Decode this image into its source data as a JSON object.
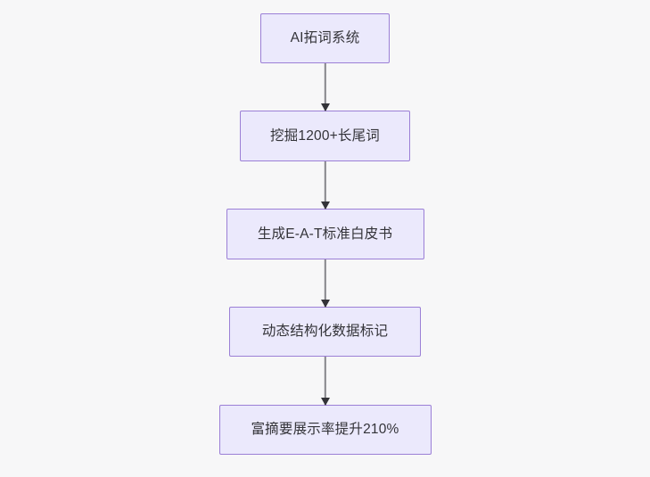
{
  "diagram": {
    "type": "flowchart",
    "orientation": "top-to-bottom",
    "background_color": "#f7f7f8",
    "node_fill_color": "#ebe9fc",
    "node_border_color": "#9b7fd6",
    "node_text_color": "#333338",
    "connector_line_color": "#86868c",
    "connector_arrow_color": "#333338",
    "nodes": [
      {
        "id": "node-1",
        "label": "AI拓词系统"
      },
      {
        "id": "node-2",
        "label": "挖掘1200+长尾词"
      },
      {
        "id": "node-3",
        "label": "生成E-A-T标准白皮书"
      },
      {
        "id": "node-4",
        "label": "动态结构化数据标记"
      },
      {
        "id": "node-5",
        "label": "富摘要展示率提升210%"
      }
    ],
    "edges": [
      {
        "id": "edge-1",
        "from": "node-1",
        "to": "node-2",
        "label": ""
      },
      {
        "id": "edge-2",
        "from": "node-2",
        "to": "node-3",
        "label": ""
      },
      {
        "id": "edge-3",
        "from": "node-3",
        "to": "node-4",
        "label": ""
      },
      {
        "id": "edge-4",
        "from": "node-4",
        "to": "node-5",
        "label": ""
      }
    ]
  }
}
